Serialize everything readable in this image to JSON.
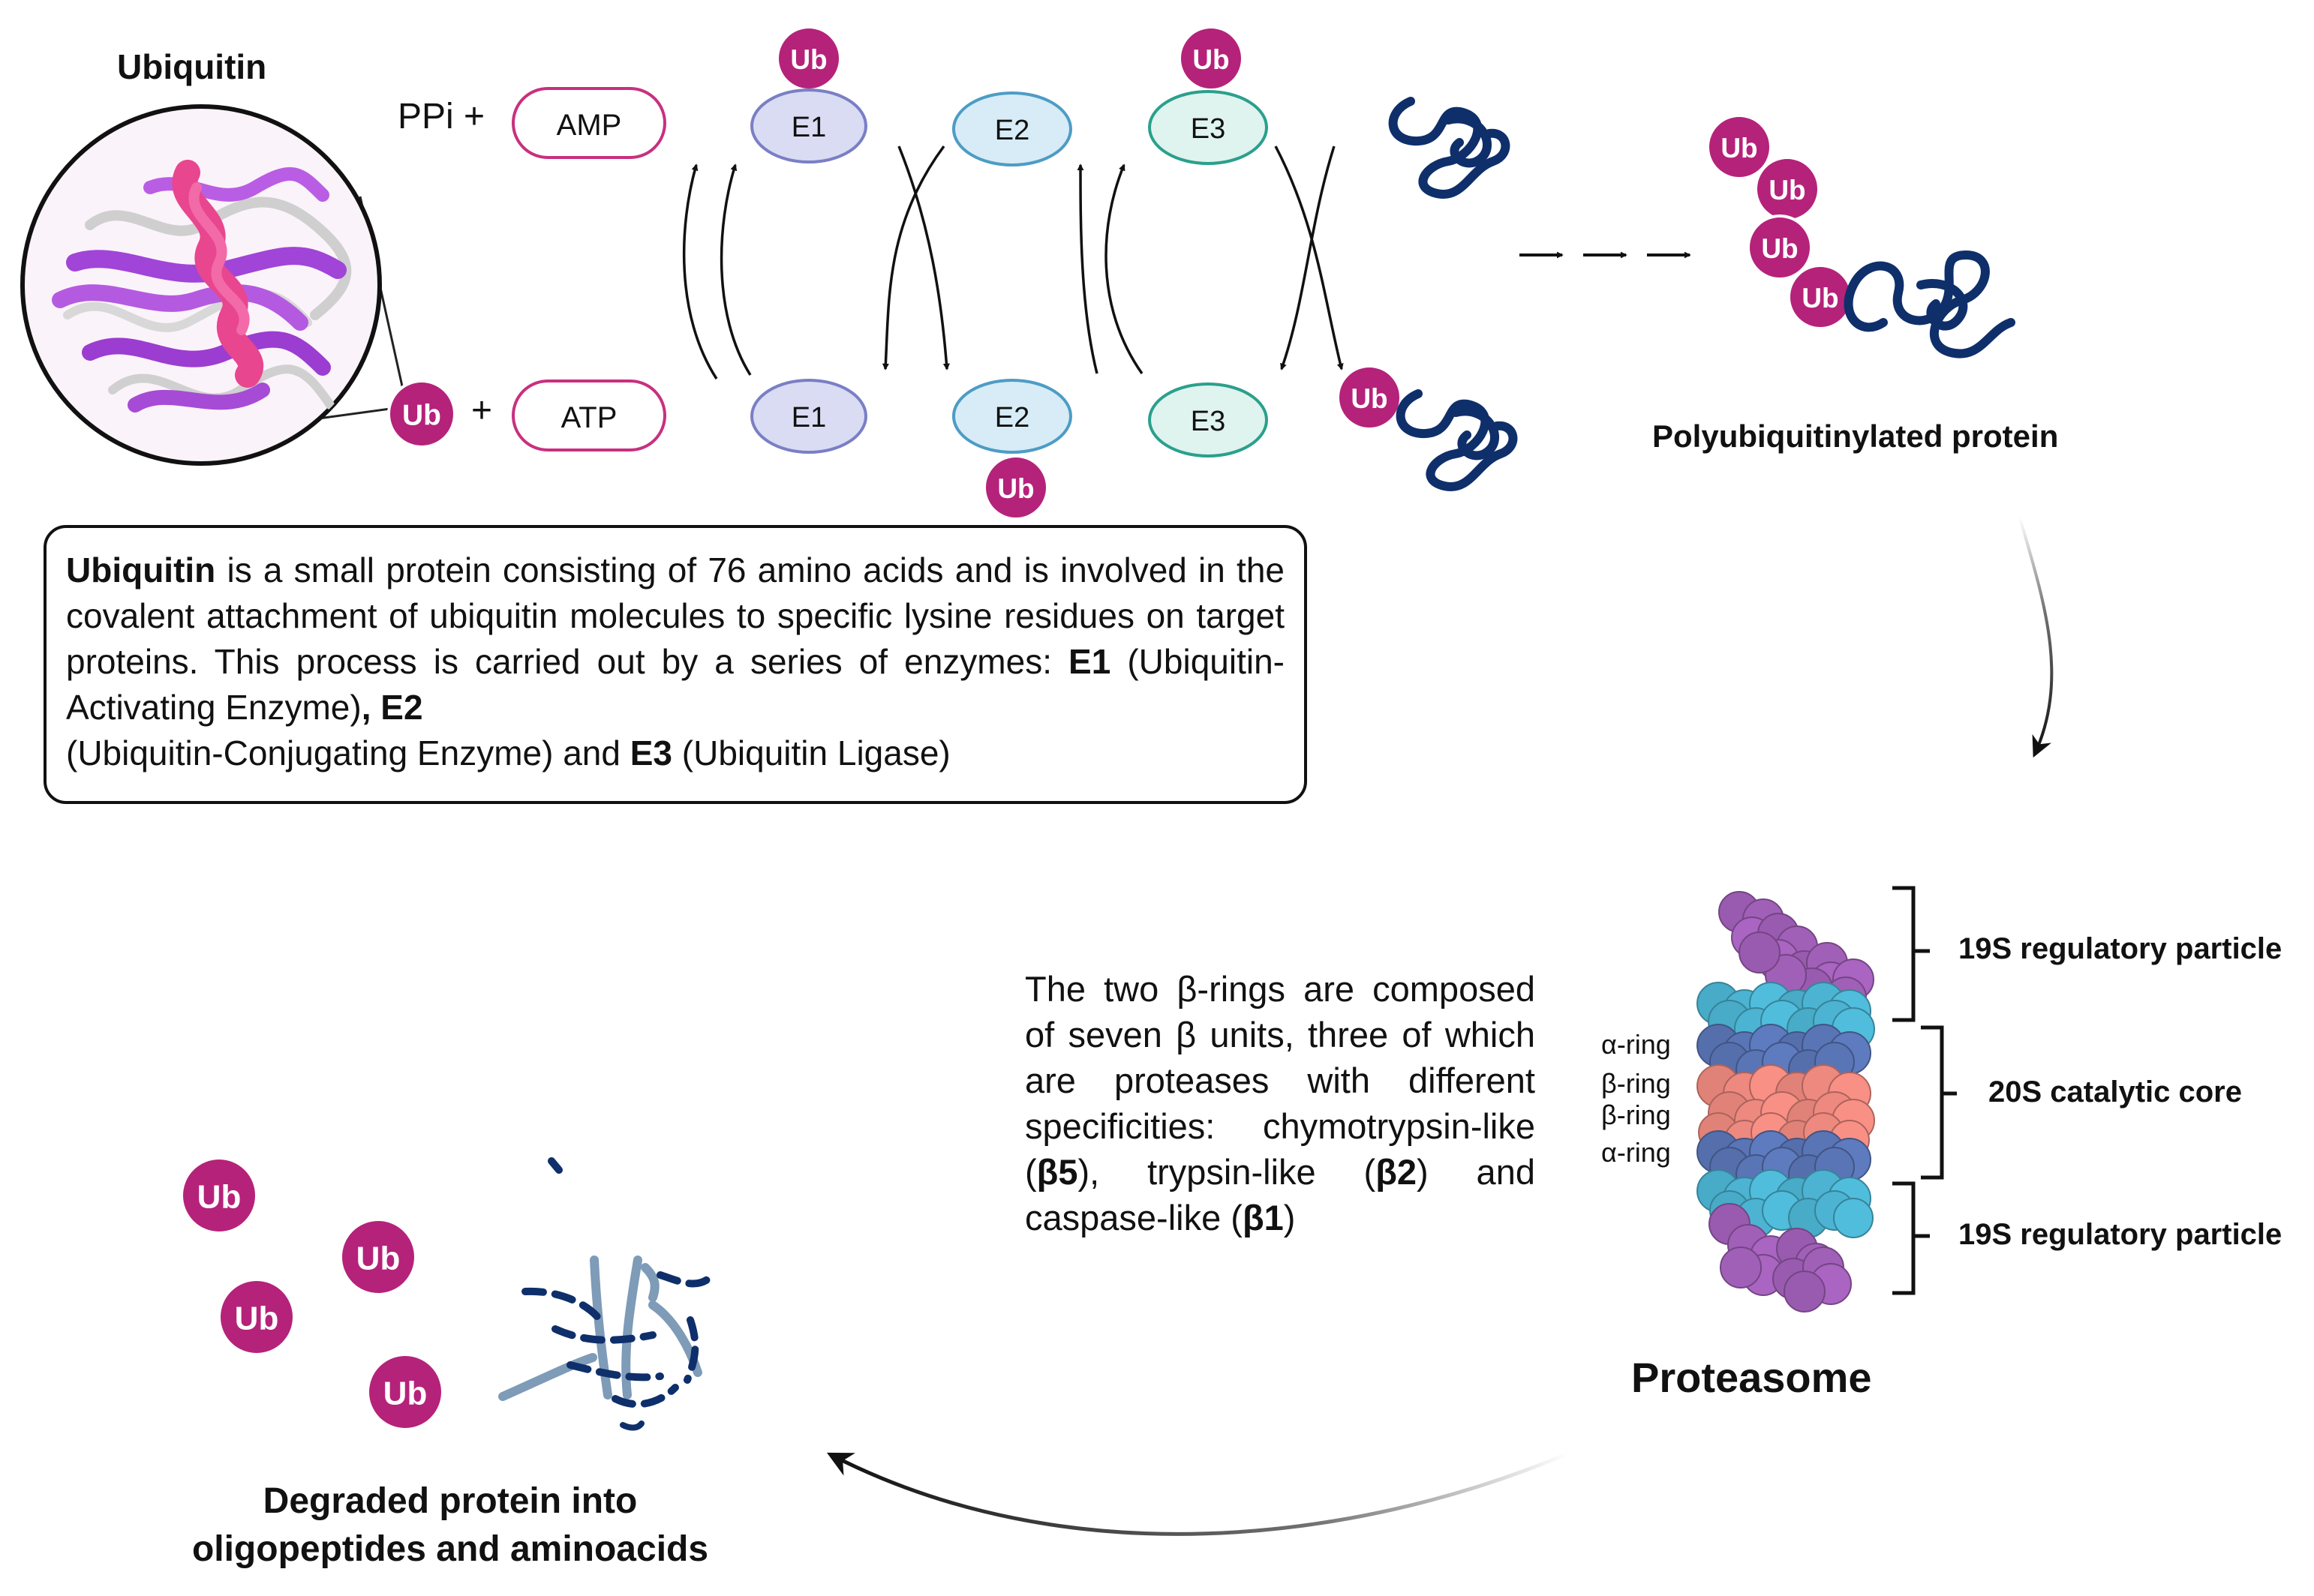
{
  "ubiquitin_title": "Ubiquitin",
  "ppi_label": "PPi +",
  "plus_label": "+",
  "amp_label": "AMP",
  "atp_label": "ATP",
  "ub_label": "Ub",
  "e1_label": "E1",
  "e2_label": "E2",
  "e3_label": "E3",
  "polyubiquitinylated_label": "Polyubiquitinylated protein",
  "info_box": {
    "term": "Ubiquitin",
    "text_1": " is a small protein consisting of 76 amino acids and is involved in the covalent attachment of ubiquitin molecules to specific lysine residues on target proteins. This process is carried out by a series of enzymes: ",
    "e1": "E1",
    "text_2": " (Ubiquitin-Activating Enzyme)",
    "e2": ", E2",
    "text_3": " (Ubiquitin-Conjugating Enzyme) and ",
    "e3": "E3",
    "text_4": " (Ubiquitin Ligase)"
  },
  "beta_text": {
    "text_1": "The two β-rings are composed of seven β units, three of which are proteases with different specificities: chymotrypsin-like (",
    "b5": "β5",
    "text_2": "), trypsin-like (",
    "b2": "β2",
    "text_3": ") and caspase-like (",
    "b1": "β1",
    "text_4": ")"
  },
  "ring_labels": [
    "α-ring",
    "β-ring",
    "β-ring",
    "α-ring"
  ],
  "regulatory_top": "19S regulatory particle",
  "catalytic_core": "20S catalytic core",
  "regulatory_bottom": "19S regulatory particle",
  "proteasome_label": "Proteasome",
  "degraded_line1": "Degraded protein into",
  "degraded_line2": "oligopeptides and aminoacids",
  "colors": {
    "ub_magenta": "#b5227a",
    "amp_border": "#c8307f",
    "e1_fill": "#d9dcf3",
    "e1_border": "#7a7fc4",
    "e2_fill": "#d7ecf6",
    "e2_border": "#4d9cc5",
    "e3_fill": "#dff3ef",
    "e3_border": "#2aa08c",
    "protein_navy": "#0f2f6b",
    "proteasome_purple": "#a160b8",
    "proteasome_cyan": "#4db6d4",
    "proteasome_blue": "#5a76b8",
    "proteasome_salmon": "#ef8a80"
  }
}
